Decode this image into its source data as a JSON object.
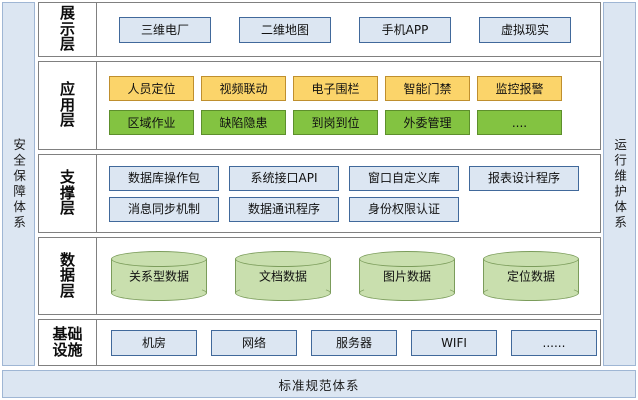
{
  "pillars": {
    "left": "安全保障体系",
    "right": "运行维护体系"
  },
  "bottom_bar": {
    "label": "标准规范体系"
  },
  "layers": [
    {
      "id": "presentation",
      "label": "展\n示\n层",
      "rows": [
        {
          "style": "blue",
          "items": [
            "三维电厂",
            "二维地图",
            "手机APP",
            "虚拟现实"
          ]
        }
      ]
    },
    {
      "id": "application",
      "label": "应\n用\n层",
      "rows": [
        {
          "style": "orange",
          "items": [
            "人员定位",
            "视频联动",
            "电子围栏",
            "智能门禁",
            "监控报警"
          ]
        },
        {
          "style": "green",
          "items": [
            "区域作业",
            "缺陷隐患",
            "到岗到位",
            "外委管理",
            "...."
          ]
        }
      ]
    },
    {
      "id": "support",
      "label": "支\n撑\n层",
      "rows": [
        {
          "style": "blue",
          "items": [
            "数据库操作包",
            "系统接口API",
            "窗口自定义库",
            "报表设计程序"
          ]
        },
        {
          "style": "blue",
          "items": [
            "消息同步机制",
            "数据通讯程序",
            "身份权限认证"
          ]
        }
      ]
    },
    {
      "id": "data",
      "label": "数\n据\n层",
      "rows": [
        {
          "style": "cylinder",
          "items": [
            "关系型数据",
            "文档数据",
            "图片数据",
            "定位数据"
          ]
        }
      ]
    },
    {
      "id": "infrastructure",
      "label": "基础\n设施",
      "rows": [
        {
          "style": "blue",
          "items": [
            "机房",
            "网络",
            "服务器",
            "WIFI",
            "......"
          ]
        }
      ]
    }
  ],
  "colors": {
    "pillar_fill": "#dce6f2",
    "pillar_border": "#9fb6d4",
    "blue_fill": "#dce6f2",
    "blue_border": "#41699b",
    "orange_fill": "#fbd46a",
    "orange_border": "#bf8f2e",
    "green_fill": "#83c341",
    "green_border": "#5d8f2c",
    "cylinder_fill": "#c9dfae",
    "cylinder_border": "#7b9c5b",
    "panel_border": "#808080"
  }
}
